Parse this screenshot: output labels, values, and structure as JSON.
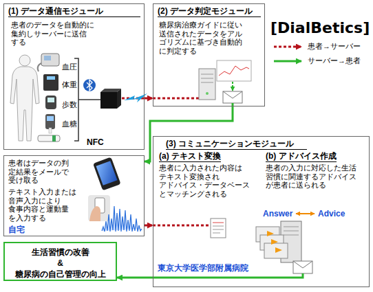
{
  "diagram": {
    "title": "[DialBetics]",
    "nodes": [
      {
        "text": [
          "(1) データ通信モジュール",
          "患者のデータを自動的に 集約しサーバーに送信 する"
        ]
      },
      {
        "text": [
          "(2) データ判定モジュール",
          "糖尿病治療ガイドに従い 送信されたデータをアル ゴリズムに基づき自動的 に判定する"
        ]
      },
      {
        "text": [
          "患者はデータの判 定結果をメールで 受け取る",
          "テキスト入力または 音声入力により 食事内容と運動量 を入力する",
          "自宅"
        ]
      },
      {
        "text": [
          "(3) コミュニケーションモジュール",
          "(a) テキスト変換",
          "患者に入力された内容は テキスト変換され アドバイス・データベース とマッチングされる",
          "(b) アドバイス作成",
          "患者の入力に対応した生活 習慣に関連するアドバイス が患者に送られる",
          "東京大学医学部附属病院"
        ]
      },
      {
        "text": [
          "生活習慣の改善 & 糖尿病の自己管理の向上"
        ]
      }
    ],
    "edges": [
      {
        "from": 0,
        "to": 1,
        "arrow": "to"
      },
      {
        "from": 1,
        "to": 2,
        "arrow": "to"
      },
      {
        "from": 2,
        "to": 3,
        "arrow": "to"
      },
      {
        "from": 3,
        "to": 4,
        "arrow": "to"
      }
    ],
    "labels": [
      "血圧",
      "体重",
      "歩数",
      "血糖",
      "NFC",
      "Answer",
      "Advice"
    ],
    "legend": [
      {
        "text": "患者→サーバー"
      },
      {
        "text": "サーバー→患者"
      }
    ]
  }
}
